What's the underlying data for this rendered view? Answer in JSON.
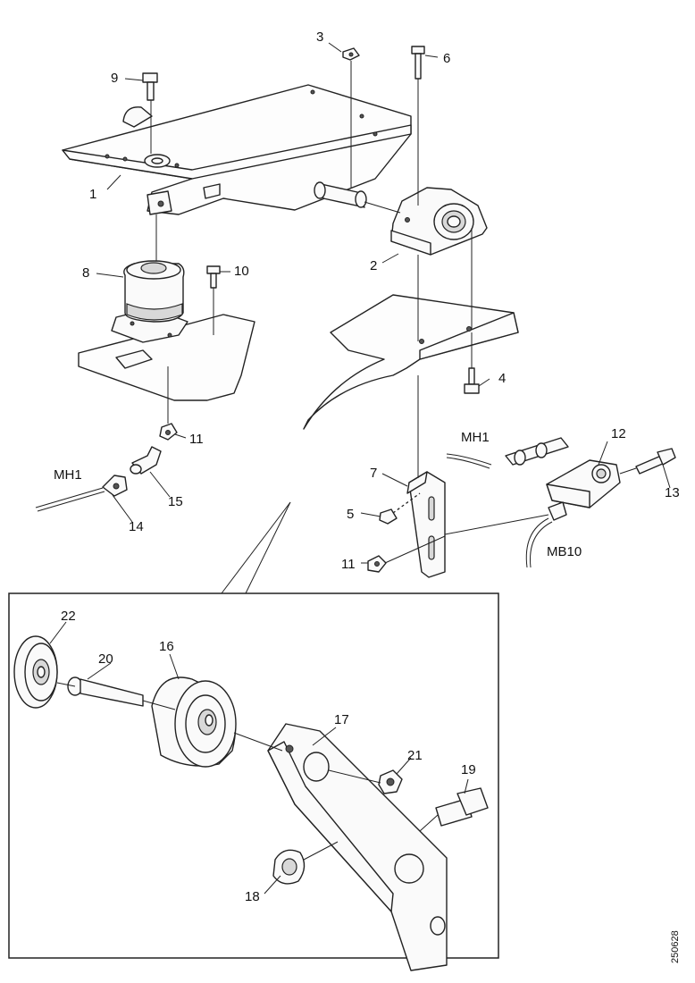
{
  "callouts": {
    "p1": "1",
    "p2": "2",
    "p3": "3",
    "p4": "4",
    "p5": "5",
    "p6": "6",
    "p7": "7",
    "p8": "8",
    "p9": "9",
    "p10": "10",
    "p11a": "11",
    "p11b": "11",
    "p12": "12",
    "p13": "13",
    "p14": "14",
    "p15": "15",
    "p16": "16",
    "p17": "17",
    "p18": "18",
    "p19": "19",
    "p20": "20",
    "p21": "21",
    "p22": "22"
  },
  "connectors": {
    "mh1_left": "MH1",
    "mh1_right": "MH1",
    "mb10": "MB10"
  },
  "figure_ref": "250628"
}
